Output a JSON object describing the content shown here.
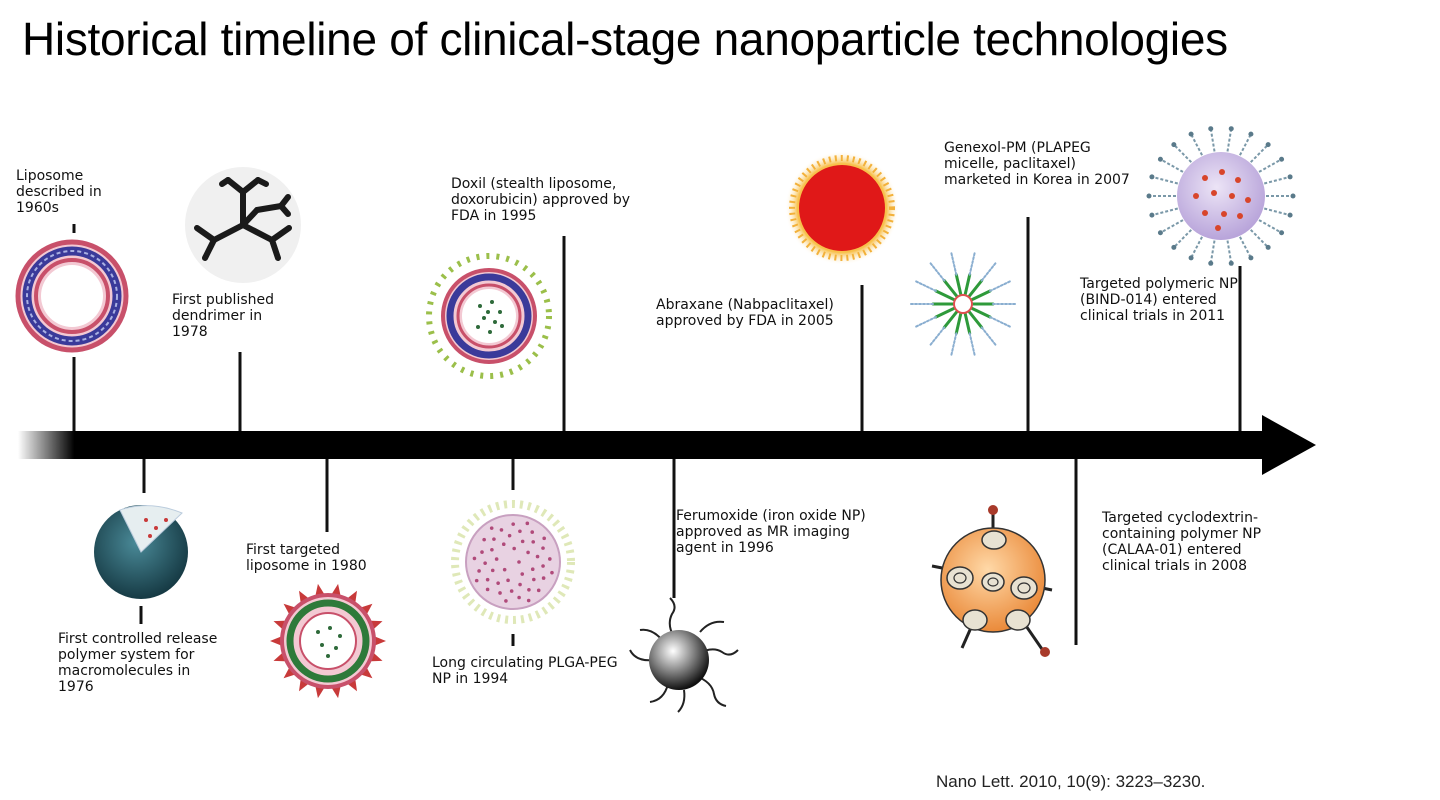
{
  "title": "Historical timeline of clinical-stage nanoparticle technologies",
  "events_above": [
    {
      "id": "liposome",
      "text": "Liposome described in 1960s",
      "icon": "liposome-icon"
    },
    {
      "id": "dendrimer",
      "text": "First published dendrimer in 1978",
      "icon": "dendrimer-icon"
    },
    {
      "id": "doxil",
      "text": "Doxil (stealth liposome, doxorubicin) approved by FDA in 1995",
      "icon": "stealth-liposome-icon"
    },
    {
      "id": "abraxane",
      "text": "Abraxane (Nabpaclitaxel) approved by FDA in 2005",
      "icon": "albumin-nanoparticle-icon"
    },
    {
      "id": "genexol",
      "text": "Genexol-PM (PLAPEG micelle, paclitaxel) marketed in Korea in 2007",
      "icon": "polymeric-micelle-icon"
    },
    {
      "id": "bind014",
      "text": "Targeted polymeric NP (BIND-014) entered clinical trials in 2011",
      "icon": "targeted-polymeric-np-icon"
    }
  ],
  "events_below": [
    {
      "id": "controlled-release",
      "text": "First controlled release polymer system for macromolecules in 1976",
      "icon": "polymer-sphere-icon"
    },
    {
      "id": "targeted-liposome",
      "text": "First targeted liposome in 1980",
      "icon": "targeted-liposome-icon"
    },
    {
      "id": "plga-peg",
      "text": "Long circulating PLGA-PEG NP in 1994",
      "icon": "plga-peg-np-icon"
    },
    {
      "id": "ferumoxide",
      "text": "Ferumoxide (iron oxide NP) approved as MR imaging agent in 1996",
      "icon": "iron-oxide-np-icon"
    },
    {
      "id": "calaa01",
      "text": "Targeted cyclodextrin-containing polymer NP (CALAA-01) entered clinical trials in 2008",
      "icon": "cyclodextrin-np-icon"
    }
  ],
  "citation": "Nano Lett. 2010, 10(9): 3223–3230.",
  "colors": {
    "axis": "#000000",
    "liposome_red": "#c8506a",
    "liposome_blue": "#3a3a9a",
    "peg_green": "#9bbf4a",
    "abraxane_red": "#e01818",
    "abraxane_orange": "#f3b13a",
    "micelle_green": "#2e9a3a",
    "micelle_blue": "#8aaed0",
    "bind_lavender": "#cdbde6",
    "bind_red": "#d8452a",
    "sphere_teal": "#2a5c6a",
    "calaa_orange": "#f0a050"
  }
}
